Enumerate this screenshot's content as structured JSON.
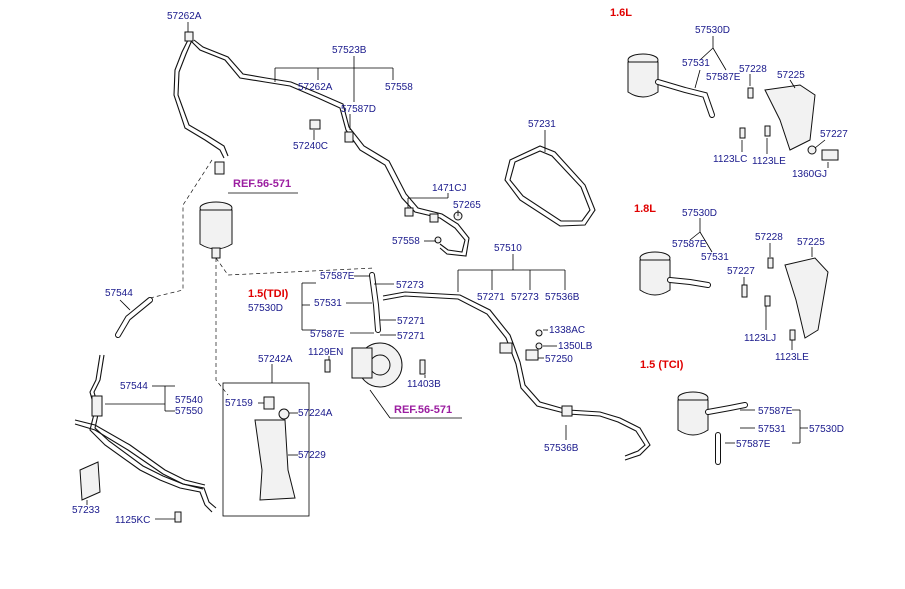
{
  "engine_labels": {
    "l16": "1.6L",
    "l18": "1.8L",
    "tdi": "1.5(TDI)",
    "tci": "1.5  (TCI)"
  },
  "refs": {
    "ref_top": "REF.56-571",
    "ref_pump": "REF.56-571"
  },
  "parts": {
    "p57262A_top": "57262A",
    "p57523B": "57523B",
    "p57262A": "57262A",
    "p57558_top": "57558",
    "p57587D": "57587D",
    "p57240C": "57240C",
    "p57231": "57231",
    "p1471CJ": "1471CJ",
    "p57265": "57265",
    "p57558_mid": "57558",
    "p57510": "57510",
    "p57271_a": "57271",
    "p57273_a": "57273",
    "p57536B_a": "57536B",
    "tdi_57587E_a": "57587E",
    "tdi_57273": "57273",
    "tdi_57531": "57531",
    "tdi_57530D": "57530D",
    "tdi_57271_a": "57271",
    "tdi_57587E_b": "57587E",
    "tdi_57271_b": "57271",
    "p1129EN": "1129EN",
    "p11403B": "11403B",
    "p1338AC": "1338AC",
    "p1350LB": "1350LB",
    "p57250": "57250",
    "p57536B_b": "57536B",
    "p57544_a": "57544",
    "p57544_b": "57544",
    "p57540": "57540",
    "p57550": "57550",
    "p57242A": "57242A",
    "p57159": "57159",
    "p57224A": "57224A",
    "p57229": "57229",
    "p57233": "57233",
    "p1125KC": "1125KC",
    "l16_57530D": "57530D",
    "l16_57531": "57531",
    "l16_57587E": "57587E",
    "l16_57228": "57228",
    "l16_57225": "57225",
    "l16_57227": "57227",
    "l16_1123LC": "1123LC",
    "l16_1123LE": "1123LE",
    "l16_1360GJ": "1360GJ",
    "l18_57530D": "57530D",
    "l18_57587E": "57587E",
    "l18_57531": "57531",
    "l18_57228": "57228",
    "l18_57225": "57225",
    "l18_57227": "57227",
    "l18_1123LJ": "1123LJ",
    "l18_1123LE": "1123LE",
    "tci_57587E_a": "57587E",
    "tci_57531": "57531",
    "tci_57587E_b": "57587E",
    "tci_57530D": "57530D"
  }
}
